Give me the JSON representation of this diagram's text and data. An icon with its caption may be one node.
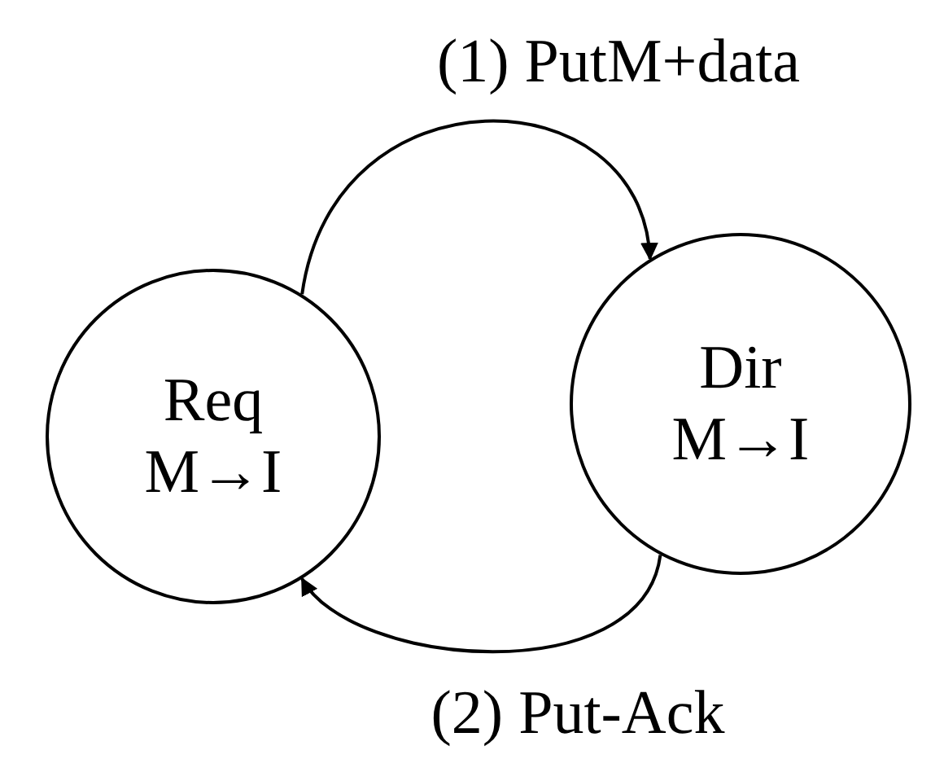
{
  "diagram": {
    "nodes": [
      {
        "text": [
          "Req",
          "M→I"
        ]
      },
      {
        "text": [
          "Dir",
          "M→I"
        ]
      }
    ],
    "edges": [
      {
        "from": 0,
        "to": 1,
        "arrow": "to",
        "label": "(1) PutM+data"
      },
      {
        "from": 1,
        "to": 0,
        "arrow": "to",
        "label": "(2) Put-Ack"
      }
    ]
  }
}
